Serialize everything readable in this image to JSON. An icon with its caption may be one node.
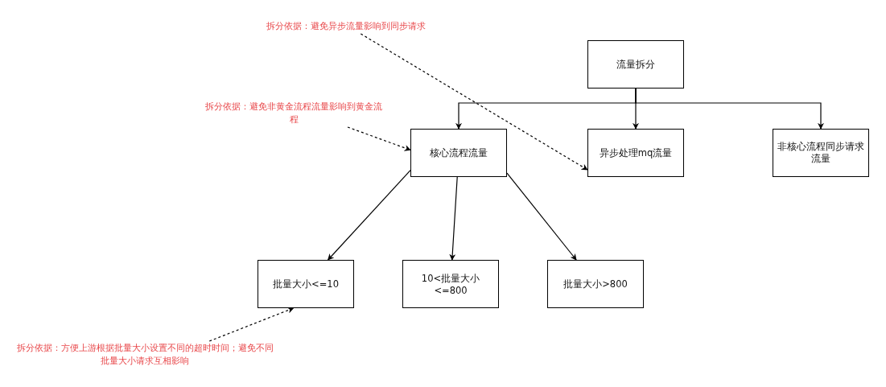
{
  "diagram": {
    "nodes": [
      {
        "text": [
          "流量拆分"
        ]
      },
      {
        "text": [
          "核心流程流量"
        ]
      },
      {
        "text": [
          "异步处理mq流量"
        ]
      },
      {
        "text": [
          "非核心流程同步请求流量"
        ]
      },
      {
        "text": [
          "批量大小<=10"
        ]
      },
      {
        "text": [
          "10<批量大小<=800"
        ]
      },
      {
        "text": [
          "批量大小>800"
        ]
      },
      {
        "text": [
          "拆分依据：避免异步流量影响到同步请求"
        ]
      },
      {
        "text": [
          "拆分依据：避免非黄金流程流量影响到黄金流程"
        ]
      },
      {
        "text": [
          "拆分依据：方便上游根据批量大小设置不同的超时时间；避免不同批量大小请求互相影响"
        ]
      }
    ],
    "edges": [
      {
        "from": 0,
        "to": 1,
        "arrow": "to"
      },
      {
        "from": 0,
        "to": 2,
        "arrow": "to"
      },
      {
        "from": 0,
        "to": 3,
        "arrow": "to"
      },
      {
        "from": 1,
        "to": 4,
        "arrow": "to"
      },
      {
        "from": 1,
        "to": 5,
        "arrow": "to"
      },
      {
        "from": 1,
        "to": 6,
        "arrow": "to"
      },
      {
        "from": 7,
        "to": 2,
        "arrow": "to",
        "style": "dashed"
      },
      {
        "from": 8,
        "to": 1,
        "arrow": "to",
        "style": "dashed"
      },
      {
        "from": 9,
        "to": 4,
        "arrow": "to",
        "style": "dashed"
      }
    ]
  }
}
